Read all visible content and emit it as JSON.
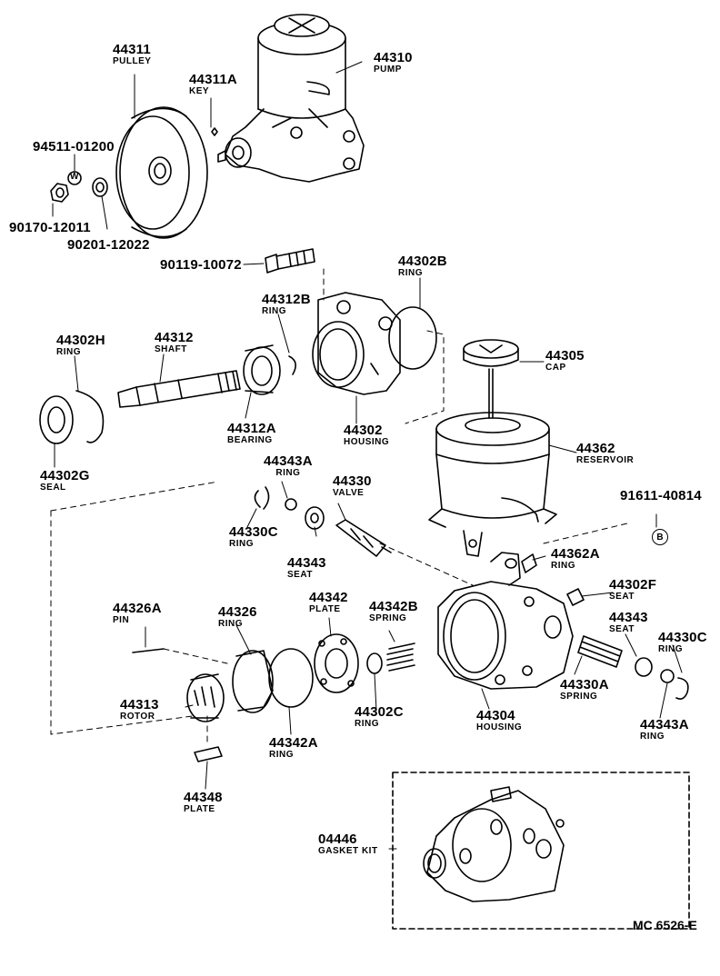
{
  "parts": {
    "p44311": {
      "num": "44311",
      "name": "PULLEY"
    },
    "p44311a": {
      "num": "44311A",
      "name": "KEY"
    },
    "p44310": {
      "num": "44310",
      "name": "PUMP"
    },
    "p94511": {
      "num": "94511-01200",
      "symbol": "W"
    },
    "p90170": {
      "num": "90170-12011"
    },
    "p90201": {
      "num": "90201-12022"
    },
    "p90119": {
      "num": "90119-10072"
    },
    "p44302b": {
      "num": "44302B",
      "name": "RING"
    },
    "p44312b": {
      "num": "44312B",
      "name": "RING"
    },
    "p44302h": {
      "num": "44302H",
      "name": "RING"
    },
    "p44312": {
      "num": "44312",
      "name": "SHAFT"
    },
    "p44305": {
      "num": "44305",
      "name": "CAP"
    },
    "p44302g": {
      "num": "44302G",
      "name": "SEAL"
    },
    "p44312a": {
      "num": "44312A",
      "name": "BEARING"
    },
    "p44302": {
      "num": "44302",
      "name": "HOUSING"
    },
    "p44362": {
      "num": "44362",
      "name": "RESERVOIR"
    },
    "p44343a_top": {
      "num": "44343A",
      "name": "RING"
    },
    "p44330": {
      "num": "44330",
      "name": "VALVE"
    },
    "p91611": {
      "num": "91611-40814",
      "symbol": "B"
    },
    "p44330c_left": {
      "num": "44330C",
      "name": "RING"
    },
    "p44343_left": {
      "num": "44343",
      "name": "SEAT"
    },
    "p44362a": {
      "num": "44362A",
      "name": "RING"
    },
    "p44302f": {
      "num": "44302F",
      "name": "SEAT"
    },
    "p44326a": {
      "num": "44326A",
      "name": "PIN"
    },
    "p44326": {
      "num": "44326",
      "name": "RING"
    },
    "p44342": {
      "num": "44342",
      "name": "PLATE"
    },
    "p44342b": {
      "num": "44342B",
      "name": "SPRING"
    },
    "p44343_right": {
      "num": "44343",
      "name": "SEAT"
    },
    "p44330c_right": {
      "num": "44330C",
      "name": "RING"
    },
    "p44313": {
      "num": "44313",
      "name": "ROTOR"
    },
    "p44302c": {
      "num": "44302C",
      "name": "RING"
    },
    "p44304": {
      "num": "44304",
      "name": "HOUSING"
    },
    "p44330a": {
      "num": "44330A",
      "name": "SPRING"
    },
    "p44343a_right": {
      "num": "44343A",
      "name": "RING"
    },
    "p44342a": {
      "num": "44342A",
      "name": "RING"
    },
    "p44348": {
      "num": "44348",
      "name": "PLATE"
    },
    "p04446": {
      "num": "04446",
      "name": "GASKET KIT"
    }
  },
  "diagram_code": "MC 6526-E"
}
